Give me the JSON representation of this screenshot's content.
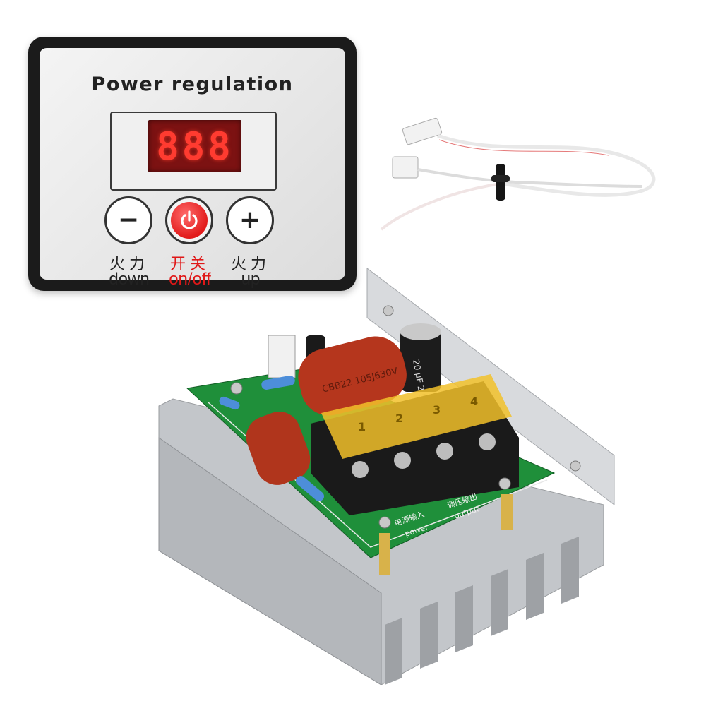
{
  "panel": {
    "title": "Power regulation",
    "display": "888",
    "buttons": [
      {
        "symbol": "−",
        "label_cn": "火力",
        "label_en": "down"
      },
      {
        "symbol": "power-icon",
        "label_cn": "开关",
        "label_en": "on/off"
      },
      {
        "symbol": "+",
        "label_cn": "火力",
        "label_en": "up"
      }
    ]
  },
  "module": {
    "capacitor_large": "CBB22 105J630V",
    "electrolytic": "20 µF 2 50V",
    "terminal_numbers": [
      "1",
      "2",
      "3",
      "4"
    ],
    "pcb_labels": {
      "input_cn": "电源输入",
      "input_en": "power",
      "output_cn": "调压输出",
      "output_en": "output"
    }
  },
  "colors": {
    "panel_frame": "#1b1b1b",
    "display_bg": "#7c1212",
    "display_digits": "#ff3b30",
    "power_button": "#e21b1b",
    "pcb_green": "#1f8f3a",
    "heatsink": "#c9ccd0",
    "capacitor": "#b5361d"
  }
}
